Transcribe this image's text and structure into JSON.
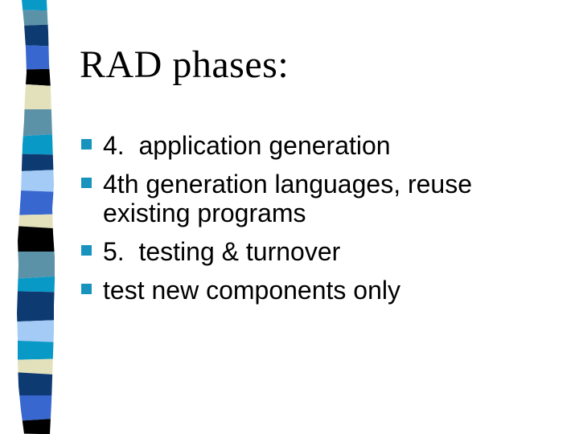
{
  "slide": {
    "title": "RAD phases:",
    "bullets": [
      "4.  application generation",
      "4th generation languages, reuse existing programs",
      "5.  testing & turnover",
      "test new components only"
    ],
    "colors": {
      "background": "#FFFFFF",
      "text": "#000000",
      "bullet_marker": "#1793BD"
    },
    "decor_strip": {
      "segments": [
        {
          "color": "#0999C6",
          "from": 0,
          "to": 13
        },
        {
          "color": "#5B92A8",
          "from": 13,
          "to": 31
        },
        {
          "color": "#0D3A70",
          "from": 31,
          "to": 57
        },
        {
          "color": "#3767CF",
          "from": 57,
          "to": 86
        },
        {
          "color": "#000000",
          "from": 86,
          "to": 106
        },
        {
          "color": "#E3E1BC",
          "from": 106,
          "to": 136
        },
        {
          "color": "#5B92A8",
          "from": 136,
          "to": 168
        },
        {
          "color": "#0999C6",
          "from": 168,
          "to": 192
        },
        {
          "color": "#0D3A70",
          "from": 192,
          "to": 212
        },
        {
          "color": "#A3CBF5",
          "from": 212,
          "to": 238
        },
        {
          "color": "#3767CF",
          "from": 238,
          "to": 267
        },
        {
          "color": "#E3E1BC",
          "from": 267,
          "to": 283
        },
        {
          "color": "#000000",
          "from": 283,
          "to": 313
        },
        {
          "color": "#5B92A8",
          "from": 313,
          "to": 345
        },
        {
          "color": "#0999C6",
          "from": 345,
          "to": 363
        },
        {
          "color": "#0D3A70",
          "from": 363,
          "to": 399
        },
        {
          "color": "#A3CBF5",
          "from": 399,
          "to": 425
        },
        {
          "color": "#0999C6",
          "from": 425,
          "to": 447
        },
        {
          "color": "#E3E1BC",
          "from": 447,
          "to": 465
        },
        {
          "color": "#0D3A70",
          "from": 465,
          "to": 492
        },
        {
          "color": "#3767CF",
          "from": 492,
          "to": 522
        },
        {
          "color": "#000000",
          "from": 522,
          "to": 540
        }
      ]
    }
  }
}
